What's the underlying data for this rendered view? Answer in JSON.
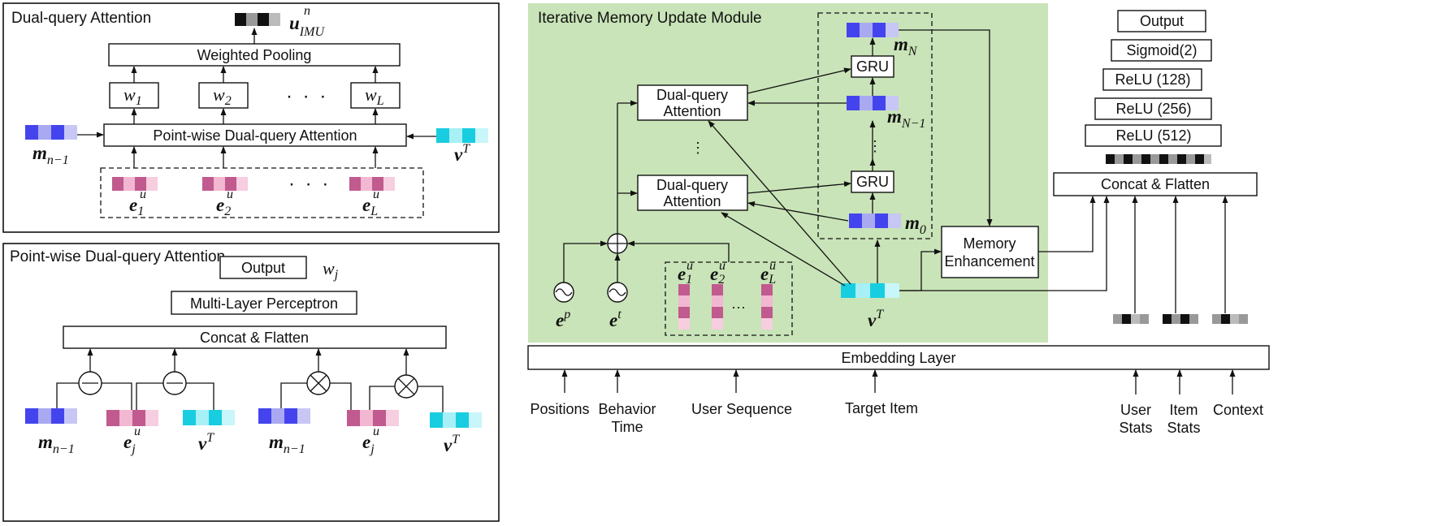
{
  "colors": {
    "memory_block": [
      "#4444ee",
      "#a9a9f2",
      "#4444ee",
      "#c7c7f5"
    ],
    "target_block": [
      "#19cde0",
      "#a6f0f6",
      "#19cde0",
      "#c8f6fa"
    ],
    "behavior_block": [
      "#c05a8f",
      "#f2b7d1",
      "#c05a8f",
      "#f7cde0"
    ],
    "green_bg": "#c9e4b8",
    "output_block": [
      "#111111",
      "#999999",
      "#111111",
      "#bbbbbb"
    ]
  },
  "dual_query_attention": {
    "title": "Dual-query Attention",
    "weighted_pooling": "Weighted Pooling",
    "pointwise_box": "Point-wise Dual-query Attention",
    "weights": [
      {
        "base": "w",
        "sub": "1"
      },
      {
        "base": "w",
        "sub": "2"
      },
      {
        "base": "w",
        "sub": "L"
      }
    ],
    "ellipsis": "· · ·",
    "output_sym": {
      "base": "u",
      "sub": "IMU",
      "sup": "n"
    },
    "m_prev": {
      "base": "m",
      "sub": "n−1"
    },
    "v_target": {
      "base": "v",
      "sup": "T"
    },
    "e_items": [
      {
        "base": "e",
        "sub": "1",
        "sup": "u"
      },
      {
        "base": "e",
        "sub": "2",
        "sup": "u"
      },
      {
        "base": "e",
        "sub": "L",
        "sup": "u"
      }
    ]
  },
  "pointwise_dqa": {
    "title": "Point-wise Dual-query Attention",
    "output": "Output",
    "w_out": {
      "base": "w",
      "sub": "j"
    },
    "mlp": "Multi-Layer Perceptron",
    "concat": "Concat & Flatten",
    "operators": [
      "−",
      "−",
      "⊗",
      "⊗"
    ],
    "bottom_syms": [
      {
        "base": "m",
        "sub": "n−1"
      },
      {
        "base": "e",
        "sub": "j",
        "sup": "u"
      },
      {
        "base": "v",
        "sup": "T"
      },
      {
        "base": "m",
        "sub": "n−1"
      },
      {
        "base": "e",
        "sub": "j",
        "sup": "u"
      },
      {
        "base": "v",
        "sup": "T"
      }
    ]
  },
  "imu": {
    "title": "Iterative Memory Update  Module",
    "dqa_top": [
      "Dual-query",
      "Attention"
    ],
    "dqa_bottom": [
      "Dual-query",
      "Attention"
    ],
    "gru": "GRU",
    "vdots": "⋮",
    "m_N": {
      "base": "m",
      "sub": "N"
    },
    "m_N1": {
      "base": "m",
      "sub": "N−1"
    },
    "m_0": {
      "base": "m",
      "sub": "0"
    },
    "ep": {
      "base": "e",
      "sup": "p"
    },
    "et": {
      "base": "e",
      "sup": "t"
    },
    "v_target": {
      "base": "v",
      "sup": "T"
    },
    "seq_items": [
      {
        "base": "e",
        "sub": "1",
        "sup": "u"
      },
      {
        "base": "e",
        "sub": "2",
        "sup": "u"
      },
      {
        "base": "e",
        "sub": "L",
        "sup": "u"
      }
    ],
    "seq_ellipsis": "···",
    "memory_enhancement": [
      "Memory",
      "Enhancement"
    ]
  },
  "embedding_layer": "Embedding Layer",
  "inputs": {
    "positions": "Positions",
    "behavior_time": [
      "Behavior",
      "Time"
    ],
    "user_sequence": "User Sequence",
    "target_item": "Target Item",
    "user_stats": [
      "User",
      "Stats"
    ],
    "item_stats": [
      "Item",
      "Stats"
    ],
    "context": "Context"
  },
  "mlp_stack": {
    "output": "Output",
    "layers": [
      "Sigmoid(2)",
      "ReLU (128)",
      "ReLU (256)",
      "ReLU (512)"
    ],
    "concat": "Concat & Flatten"
  }
}
